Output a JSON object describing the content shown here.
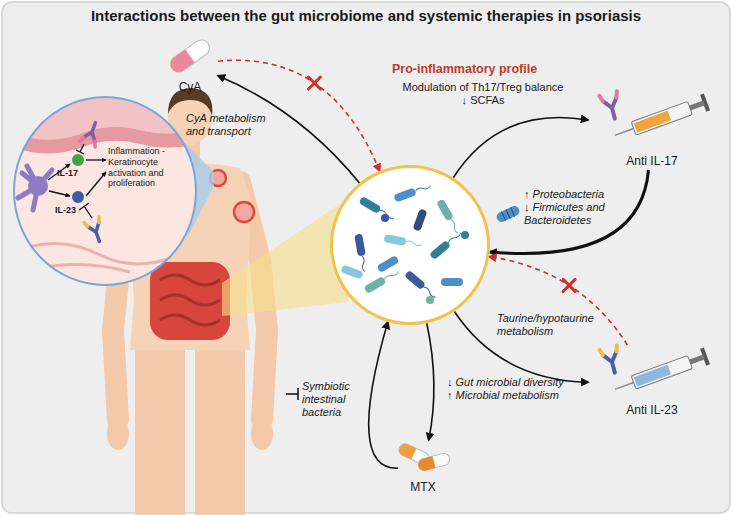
{
  "diagram": {
    "title": "Interactions between the gut microbiome and systemic therapies in psoriasis",
    "nodes": [
      {
        "text": [
          "IL-17",
          "IL-23",
          "Inflammation - Keratinocyte activation and proliferation"
        ]
      },
      {
        "text": [
          "CyA"
        ]
      },
      {
        "text": []
      },
      {
        "text": [
          "Anti IL-17"
        ]
      },
      {
        "text": [
          "Anti IL-23"
        ]
      },
      {
        "text": [
          "MTX"
        ]
      }
    ],
    "edges": [
      {
        "from": 2,
        "to": 1,
        "arrow": "to",
        "label": "CyA metabolism and transport"
      },
      {
        "from": 1,
        "to": 2,
        "arrow": "to"
      },
      {
        "from": 2,
        "to": 3,
        "arrow": "to",
        "label": "Modulation of Th17/Treg balance ↓ SCFAs"
      },
      {
        "from": 3,
        "to": 2,
        "arrow": "to",
        "label": "↑ Proteobacteria ↓ Firmicutes and Bacteroidetes"
      },
      {
        "from": 2,
        "to": 4,
        "arrow": "to",
        "label": "Taurine/hypotaurine metabolism"
      },
      {
        "from": 4,
        "to": 2,
        "arrow": "to"
      },
      {
        "from": 2,
        "to": 5,
        "arrow": "to",
        "label": "↓ Gut microbial diversity ↑ Microbial metabolism"
      },
      {
        "from": 5,
        "to": 2,
        "arrow": "to",
        "label": "Symbiotic intestinal bacteria"
      }
    ],
    "labels": [
      "Pro-inflammatory profile"
    ]
  }
}
